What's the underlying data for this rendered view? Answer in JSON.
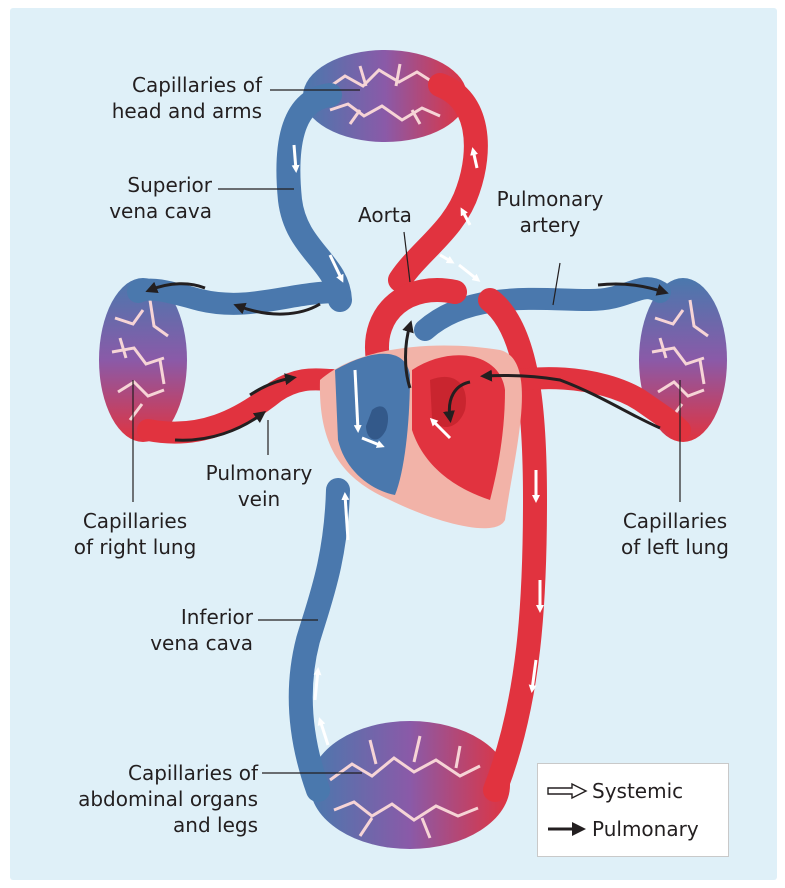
{
  "diagram": {
    "colors": {
      "background": "#dff0f8",
      "vein_blue": "#4a78ad",
      "artery_red": "#e1333f",
      "capillary_purple": "#8a5aa8",
      "heart_pink": "#f2b3a8",
      "label_text": "#231f20"
    },
    "labels": {
      "cap_head": [
        "Capillaries of",
        "head and arms"
      ],
      "sup_vena": [
        "Superior",
        "vena cava"
      ],
      "aorta": "Aorta",
      "pulm_artery": [
        "Pulmonary",
        "artery"
      ],
      "pulm_vein": [
        "Pulmonary",
        "vein"
      ],
      "cap_right_lung": [
        "Capillaries",
        "of right lung"
      ],
      "cap_left_lung": [
        "Capillaries",
        "of left lung"
      ],
      "inf_vena": [
        "Inferior",
        "vena cava"
      ],
      "cap_abdomen": [
        "Capillaries of",
        "abdominal organs",
        "and legs"
      ]
    },
    "legend": {
      "systemic": "Systemic",
      "pulmonary": "Pulmonary",
      "systemic_icon": "hollow-arrow-icon",
      "pulmonary_icon": "solid-arrow-icon"
    }
  }
}
